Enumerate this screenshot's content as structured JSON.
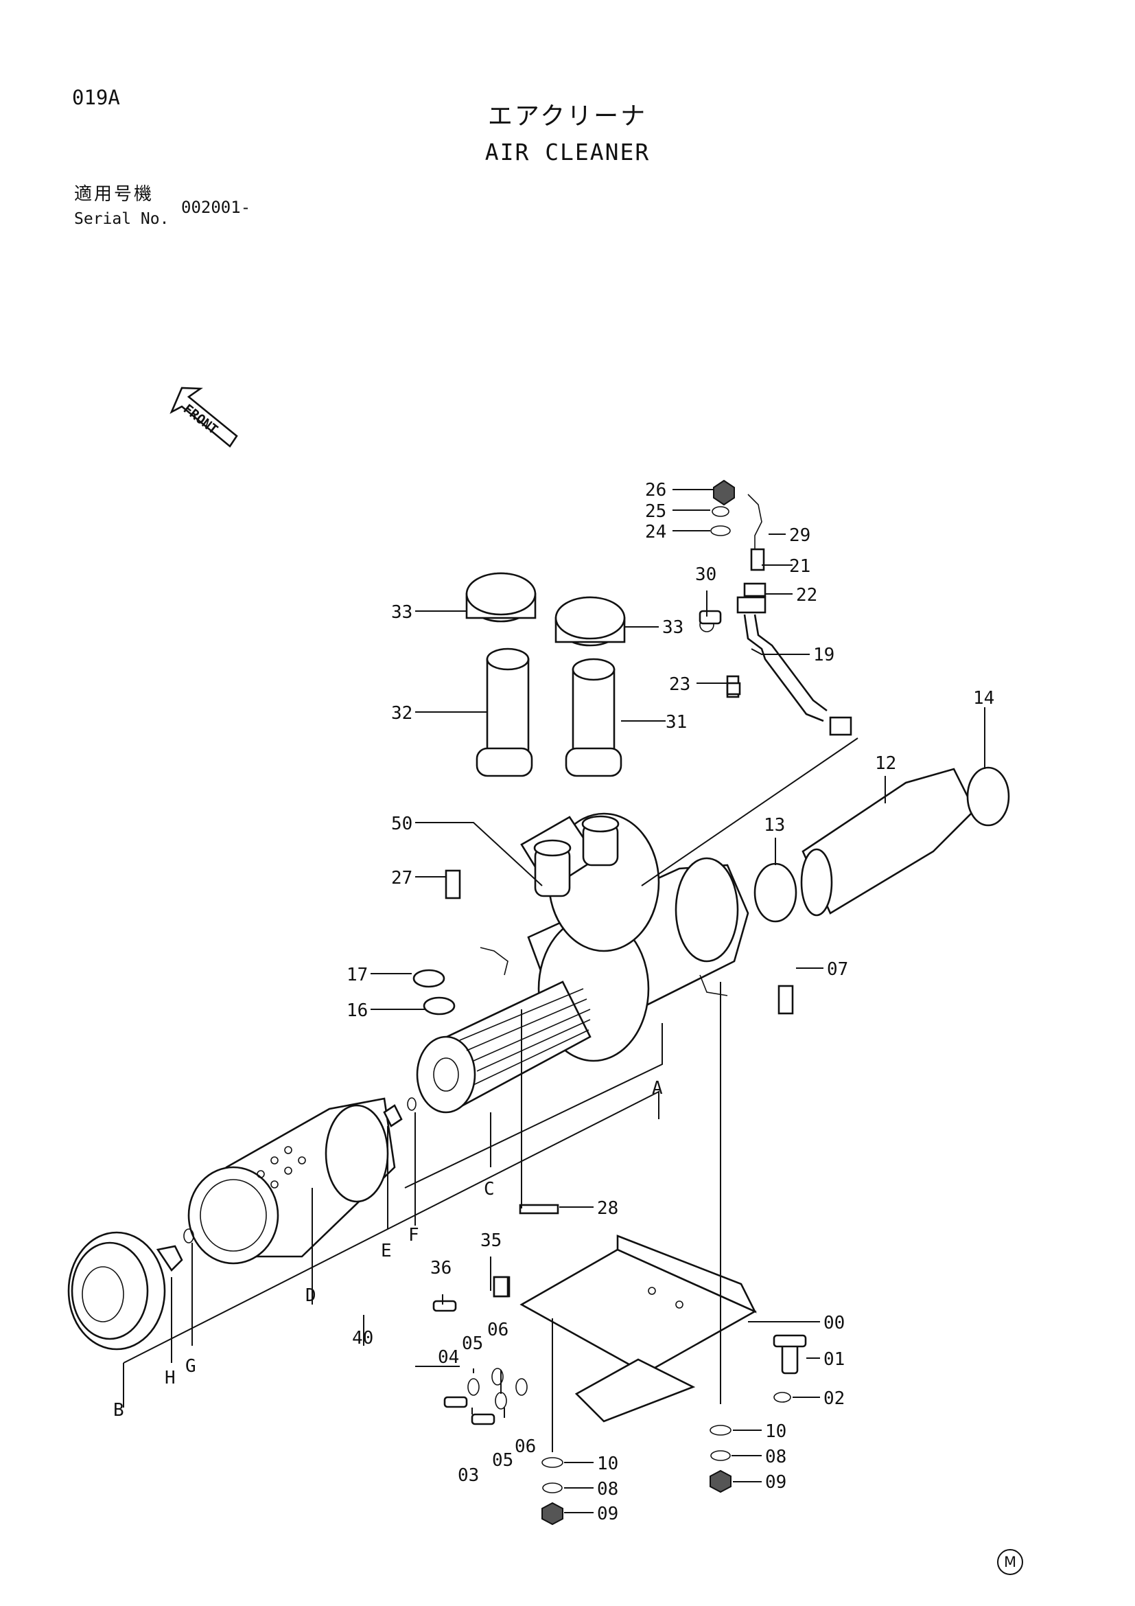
{
  "header": {
    "page_code": "019A",
    "title_ja": "エアクリーナ",
    "title_en": "AIR CLEANER",
    "serial_label_ja": "適用号機",
    "serial_label_en": "Serial No.",
    "serial_value": "002001-"
  },
  "front_arrow": {
    "label": "FRONT"
  },
  "corner_mark": "M",
  "callouts": {
    "p00": "00",
    "p01": "01",
    "p02": "02",
    "p03": "03",
    "p04": "04",
    "p05a": "05",
    "p05b": "05",
    "p06a": "06",
    "p06b": "06",
    "p07": "07",
    "p08a": "08",
    "p08b": "08",
    "p09a": "09",
    "p09b": "09",
    "p10a": "10",
    "p10b": "10",
    "p12": "12",
    "p13": "13",
    "p14": "14",
    "p16": "16",
    "p17": "17",
    "p19": "19",
    "p21": "21",
    "p22": "22",
    "p23": "23",
    "p24": "24",
    "p25": "25",
    "p26": "26",
    "p27": "27",
    "p28": "28",
    "p29": "29",
    "p30": "30",
    "p31": "31",
    "p32": "32",
    "p33a": "33",
    "p33b": "33",
    "p35": "35",
    "p36": "36",
    "p40": "40",
    "p50": "50",
    "A": "A",
    "B": "B",
    "C": "C",
    "D": "D",
    "E": "E",
    "F": "F",
    "G": "G",
    "H": "H"
  }
}
